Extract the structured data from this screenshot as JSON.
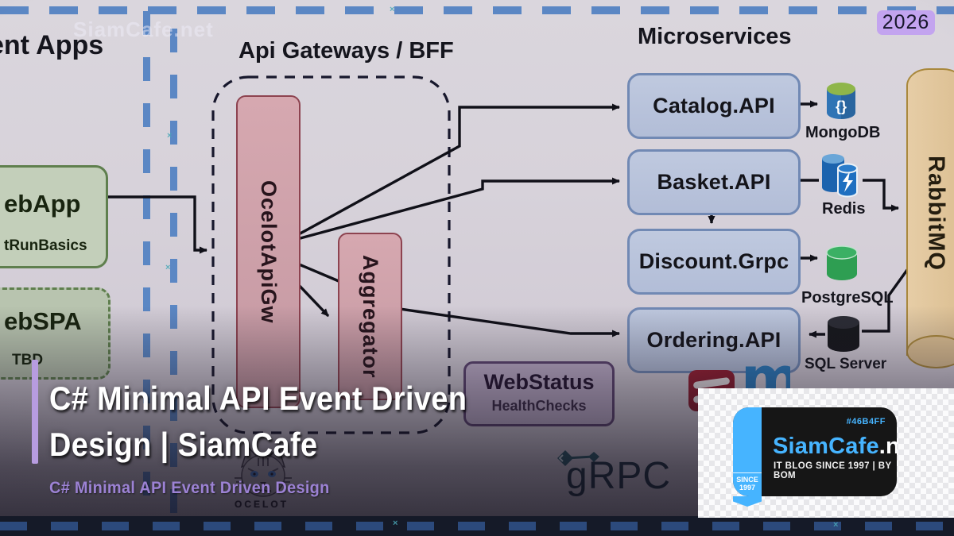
{
  "watermark": "SiamCafe.net",
  "year_badge": "2026",
  "artifact_mark": "×",
  "diagram": {
    "client_apps_label": "ent Apps",
    "gateway_section_title": "Api Gateways / BFF",
    "microservices_title": "Microservices",
    "ocelot_gateway": "OcelotApiGw",
    "aggregator": "Aggregator",
    "services": [
      "Catalog.API",
      "Basket.API",
      "Discount.Grpc",
      "Ordering.API"
    ],
    "datastores": [
      "MongoDB",
      "Redis",
      "PostgreSQL",
      "SQL Server"
    ],
    "mongo_glyph": "{}",
    "message_bus": "RabbitMQ",
    "webapp_title": "ebApp",
    "webapp_subtitle": "tRunBasics",
    "webspa_title": "ebSPA",
    "webspa_subtitle": "TBD",
    "webstatus_title": "WebStatus",
    "webstatus_subtitle": "HealthChecks",
    "grpc_logo_text": "gRPC",
    "ocelot_logo_text": "OCELOT"
  },
  "overlay": {
    "title_line1": "C# Minimal API Event Driven",
    "title_line2": "Design | SiamCafe",
    "subtitle": "C# Minimal API Event Driven Design",
    "accent_color": "#b79ce0",
    "subtitle_color": "#9c82d4"
  },
  "badge": {
    "hex_label": "#46B4FF",
    "brand_main": "SiamCafe",
    "brand_suffix": ".net",
    "tagline": "IT BLOG SINCE 1997 | BY BOM",
    "ribbon_line1": "SINCE",
    "ribbon_line2": "1997",
    "accent_color": "#46B4FF"
  },
  "colors": {
    "service_fill": "#b9c3da",
    "service_border": "#7189b4",
    "gateway_pink": "#d2a3ab",
    "gateway_border": "#8d4350",
    "rabbitmq_fill": "#e0c49c",
    "dash_blue": "#5b87c4",
    "strip_navy": "#151a28"
  }
}
